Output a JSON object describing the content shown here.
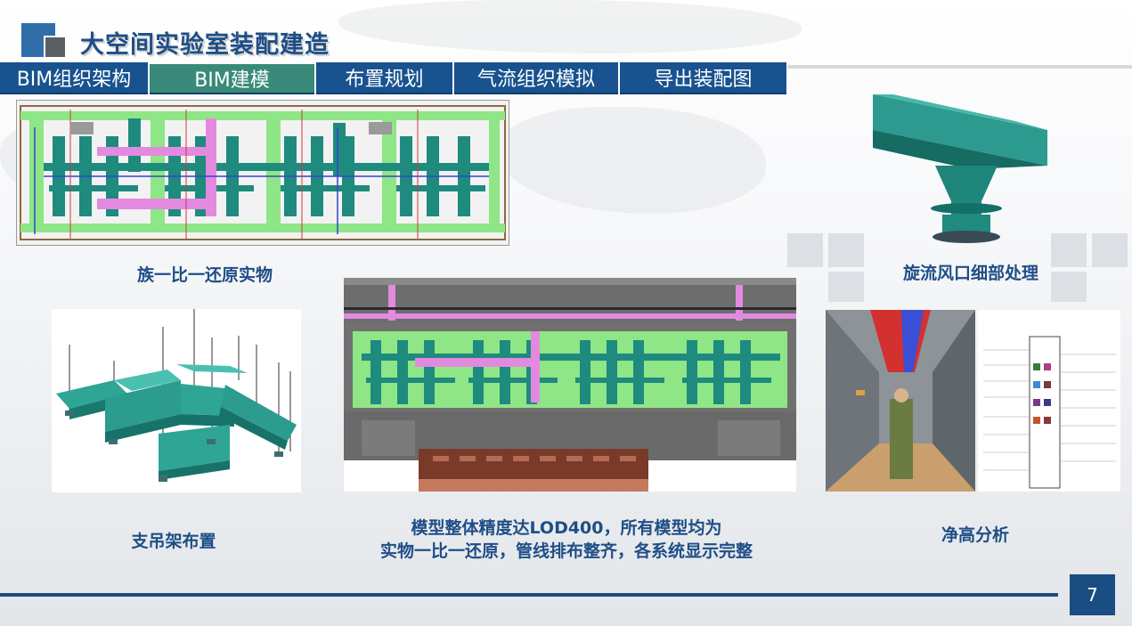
{
  "title": "大空间实验室装配建造",
  "tabs": [
    {
      "label": "BIM组织架构"
    },
    {
      "label": "BIM建模"
    },
    {
      "label": "布置规划"
    },
    {
      "label": "气流组织模拟"
    },
    {
      "label": "导出装配图"
    }
  ],
  "active_tab": "BIM建模",
  "captions": {
    "plan": "族一比一还原实物",
    "diffuser": "旋流风口细部处理",
    "hanger": "支吊架布置",
    "model_line1": "模型整体精度达LOD400，所有模型均为",
    "model_line2": "实物一比一还原，管线排布整齐，各系统显示完整",
    "clearance": "净高分析"
  },
  "page_number": "7",
  "colors": {
    "primary_blue": "#18528f",
    "active_tab": "#3a8a79",
    "caption_text": "#1f4e86",
    "duct_teal": "#1f8a7e",
    "duct_green": "#8ee686",
    "duct_pink": "#e38ae0"
  }
}
